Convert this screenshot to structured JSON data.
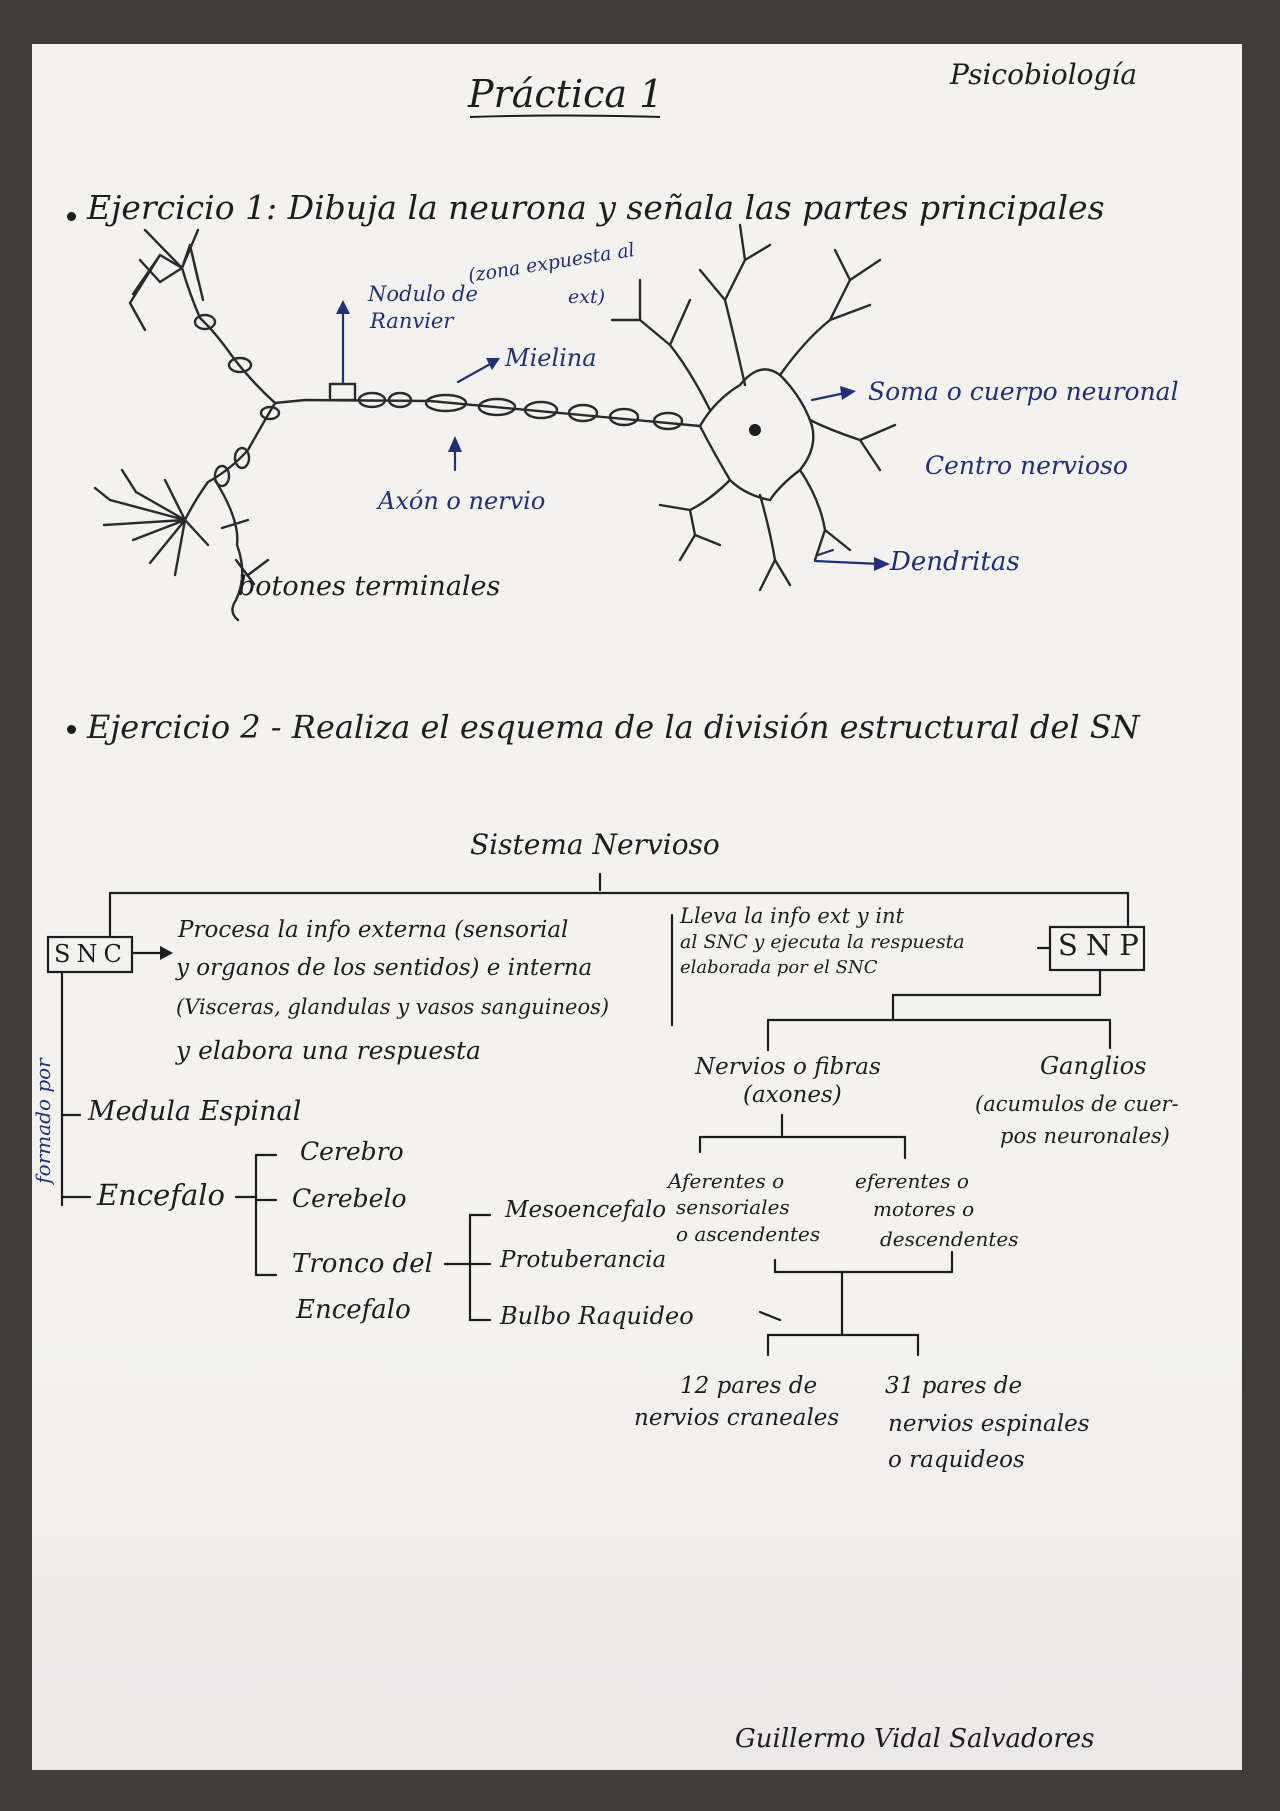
{
  "header": {
    "title": "Práctica 1",
    "subject": "Psicobiología"
  },
  "ex1": {
    "title": "Ejercicio 1: Dibuja la neurona y señala las partes principales",
    "labels": {
      "nodulo_l1": "Nodulo de",
      "nodulo_l2": "Ranvier",
      "zona_l1": "(zona expuesta al",
      "zona_l2": "ext)",
      "mielina": "Mielina",
      "axon": "Axón o nervio",
      "botones": "botones terminales",
      "soma": "Soma o cuerpo neuronal",
      "centro": "Centro nervioso",
      "dendritas": "Dendritas"
    }
  },
  "ex2": {
    "title": "Ejercicio 2 - Realiza el esquema de la división estructural del SN",
    "root": "Sistema Nervioso",
    "snc": {
      "box": "SNC",
      "desc": [
        "Procesa la info externa (sensorial",
        "y organos de los sentidos) e interna",
        "(Visceras, glandulas y vasos sanguineos)",
        "y elabora una respuesta"
      ],
      "side_label": "formado por",
      "medula": "Medula Espinal",
      "encefalo": "Encefalo",
      "encefalo_parts": [
        "Cerebro",
        "Cerebelo",
        "Tronco del",
        "Encefalo"
      ],
      "tronco_parts": [
        "Mesoencefalo",
        "Protuberancia",
        "Bulbo Raquideo"
      ]
    },
    "snp": {
      "box": "SNP",
      "desc": [
        "Lleva la info ext y int",
        "al SNC y ejecuta la respuesta",
        "elaborada por el SNC"
      ],
      "nervios": [
        "Nervios o fibras",
        "(axones)"
      ],
      "ganglios": [
        "Ganglios",
        "(acumulos de cuer-",
        "pos neuronales)"
      ],
      "aferentes": [
        "Aferentes o",
        "sensoriales",
        "o ascendentes"
      ],
      "eferentes": [
        "eferentes o",
        "motores o",
        "descendentes"
      ],
      "craneales": [
        "12 pares de",
        "nervios craneales"
      ],
      "espinales": [
        "31 pares de",
        "nervios espinales",
        "o raquideos"
      ]
    }
  },
  "signature": "Guillermo Vidal Salvadores"
}
